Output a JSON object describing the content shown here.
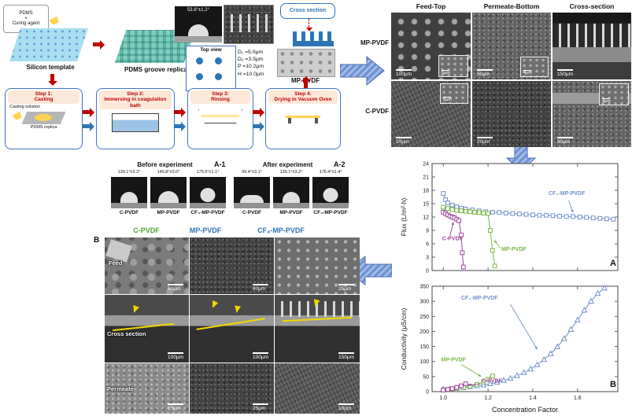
{
  "colors": {
    "red_arrow": "#c00000",
    "blue_block_arrow": "#6e93d6",
    "step_border": "#4472c4",
    "green_label": "#4ea72e",
    "blue_label": "#2e75b6",
    "series_blue": "#7191c9",
    "series_green": "#7ab648",
    "series_purple": "#a0459b",
    "yellow_annotation": "#f2d600"
  },
  "fabrication": {
    "pdms_line1": "PDMS",
    "pdms_line2": "+",
    "pdms_line3": "Curing agent",
    "silicon_template": "Silicon template",
    "groove_replica": "PDMS groove replica",
    "contact_angle": "53.8°±1.2°",
    "cross_section": "Cross section",
    "top_view": "Top view",
    "dims": [
      "D₁ =5.0μm",
      "D₂ =3.5μm",
      "P  =10.2μm",
      "H  =10.0μm"
    ],
    "mp_pvdf": "MP-PVDF",
    "casting_solution": "Casting solution",
    "pdms_replica": "PDMS replica",
    "steps": [
      {
        "title": "Step 1:",
        "name": "Casting"
      },
      {
        "title": "Step 2:",
        "name": "Immersing in coagulation bath"
      },
      {
        "title": "Step 3:",
        "name": "Rinsing"
      },
      {
        "title": "Step 4:",
        "name": "Drying in Vacuum Oven"
      }
    ]
  },
  "sem_top": {
    "col_headers": [
      "Feed-Top",
      "Permeate-Bottom",
      "Cross-section"
    ],
    "row_labels": [
      "MP-PVDF",
      "C-PVDF"
    ],
    "scales": [
      [
        "100μm",
        "50μm",
        "150μm"
      ],
      [
        "20μm",
        "20μm",
        "60μm"
      ]
    ],
    "insets": {
      "r1c1": "5μm",
      "r1c2": "4μm",
      "r2c1": "2μm",
      "r2c3": "4μm"
    }
  },
  "contact_panel": {
    "before_header": "Before experiment",
    "a1": "A-1",
    "after_header": "After experiment",
    "a2": "A-2",
    "samples": [
      {
        "angle": "139.1°±3.2°",
        "label": "C-PVDF"
      },
      {
        "angle": "145.8°±3.0°",
        "label": "MP-PVDF"
      },
      {
        "angle": "175.5°±1.1°",
        "label": "CF₄-MP-PVDF"
      },
      {
        "angle": "99.4°±3.1°",
        "label": "C-PVDF"
      },
      {
        "angle": "135.1°±3.2°",
        "label": "MP-PVDF"
      },
      {
        "angle": "176.4°±1.4°",
        "label": "CF₄-MP-PVDF"
      }
    ]
  },
  "sem_b": {
    "panel_label": "B",
    "col_labels": [
      "C-PVDF",
      "MP-PVDF",
      "CF₄-MP-PVDF"
    ],
    "row_labels": [
      "Feed",
      "Cross section",
      "Permeate"
    ],
    "scales": [
      [
        "60μm",
        "60μm",
        "25μm"
      ],
      [
        "100μm",
        "100μm",
        "150μm"
      ],
      [
        "15μm",
        "25μm",
        "10μm"
      ]
    ]
  },
  "chart_data": [
    {
      "type": "scatter",
      "panel_label": "A",
      "ylabel": "Flux (L/m²·h)",
      "xlabel": "",
      "xlim": [
        0.95,
        1.78
      ],
      "ylim": [
        0,
        24
      ],
      "yticks": [
        0,
        3,
        6,
        9,
        12,
        15,
        18,
        21,
        24
      ],
      "xticks": [
        1.0,
        1.2,
        1.4,
        1.6
      ],
      "show_xtick_labels": false,
      "series": [
        {
          "name": "CF₄-MP-PVDF",
          "color": "#7191c9",
          "marker": "square",
          "x": [
            1.0,
            1.01,
            1.02,
            1.04,
            1.06,
            1.08,
            1.1,
            1.13,
            1.16,
            1.19,
            1.22,
            1.25,
            1.28,
            1.31,
            1.34,
            1.37,
            1.4,
            1.43,
            1.46,
            1.49,
            1.52,
            1.55,
            1.58,
            1.61,
            1.64,
            1.67,
            1.7,
            1.73,
            1.76
          ],
          "y": [
            17.3,
            15.9,
            15.2,
            14.7,
            14.3,
            14.0,
            13.8,
            13.6,
            13.4,
            13.2,
            13.1,
            13.0,
            12.9,
            12.8,
            12.7,
            12.6,
            12.5,
            12.4,
            12.4,
            12.3,
            12.2,
            12.1,
            12.1,
            12.0,
            11.9,
            11.8,
            11.7,
            11.6,
            11.5
          ]
        },
        {
          "name": "MP-PVDF",
          "color": "#7ab648",
          "marker": "square",
          "x": [
            1.0,
            1.02,
            1.04,
            1.06,
            1.08,
            1.1,
            1.12,
            1.14,
            1.16,
            1.18,
            1.2,
            1.21,
            1.22,
            1.23
          ],
          "y": [
            14.2,
            13.9,
            13.7,
            13.5,
            13.4,
            13.3,
            13.2,
            13.1,
            13.0,
            12.9,
            12.8,
            9.0,
            4.5,
            1.0
          ]
        },
        {
          "name": "C-PVDF",
          "color": "#a0459b",
          "marker": "square",
          "x": [
            1.0,
            1.01,
            1.02,
            1.03,
            1.04,
            1.05,
            1.06,
            1.07,
            1.08,
            1.085,
            1.09
          ],
          "y": [
            13.1,
            12.8,
            12.5,
            12.2,
            12.0,
            11.8,
            11.5,
            11.2,
            8.0,
            4.0,
            0.8
          ]
        }
      ],
      "annotations": [
        {
          "text": "CF₄-MP-PVDF",
          "color": "#7191c9",
          "x": 1.47,
          "y": 16.9,
          "anchor": "start",
          "arrow": [
            1.56,
            15.7,
            1.58,
            13.0
          ]
        },
        {
          "text": "C-PVDF",
          "color": "#a0459b",
          "x": 0.995,
          "y": 6.8,
          "anchor": "start",
          "arrow": [
            1.03,
            7.8,
            1.045,
            10.9
          ]
        },
        {
          "text": "MP-PVDF",
          "color": "#7ab648",
          "x": 1.26,
          "y": 4.4,
          "anchor": "start",
          "arrow": [
            1.255,
            5.0,
            1.228,
            6.8
          ]
        }
      ]
    },
    {
      "type": "scatter",
      "panel_label": "B",
      "ylabel": "Conductivity (μS/cm)",
      "xlabel": "Concentration Factor",
      "xlim": [
        0.95,
        1.78
      ],
      "ylim": [
        0,
        350
      ],
      "yticks": [
        0,
        50,
        100,
        150,
        200,
        250,
        300,
        350
      ],
      "xticks": [
        1.0,
        1.2,
        1.4,
        1.6
      ],
      "show_xtick_labels": true,
      "series": [
        {
          "name": "CF₄-MP-PVDF",
          "color": "#7191c9",
          "marker": "triangle",
          "x": [
            1.0,
            1.03,
            1.06,
            1.09,
            1.12,
            1.15,
            1.18,
            1.21,
            1.24,
            1.27,
            1.3,
            1.33,
            1.36,
            1.39,
            1.42,
            1.45,
            1.48,
            1.51,
            1.54,
            1.57,
            1.6,
            1.63,
            1.66,
            1.69,
            1.72
          ],
          "y": [
            8,
            9,
            11,
            13,
            16,
            19,
            22,
            26,
            31,
            37,
            44,
            53,
            63,
            75,
            89,
            106,
            126,
            149,
            176,
            206,
            238,
            270,
            300,
            326,
            344
          ]
        },
        {
          "name": "MP-PVDF",
          "color": "#7ab648",
          "marker": "square",
          "x": [
            1.0,
            1.03,
            1.06,
            1.09,
            1.12,
            1.15,
            1.18,
            1.2,
            1.22
          ],
          "y": [
            6,
            8,
            11,
            14,
            18,
            24,
            32,
            41,
            52
          ]
        },
        {
          "name": "C-PVDF",
          "color": "#a0459b",
          "marker": "square",
          "x": [
            1.0,
            1.02,
            1.04,
            1.06,
            1.08,
            1.1
          ],
          "y": [
            5,
            7,
            10,
            14,
            19,
            26
          ]
        }
      ],
      "annotations": [
        {
          "text": "CF₄-MP-PVDF",
          "color": "#7191c9",
          "x": 1.08,
          "y": 305,
          "anchor": "start",
          "arrow": [
            1.3,
            290,
            1.42,
            140
          ]
        },
        {
          "text": "MP-PVDF",
          "color": "#7ab648",
          "x": 0.99,
          "y": 100,
          "anchor": "start",
          "arrow": [
            1.08,
            90,
            1.17,
            50
          ]
        },
        {
          "text": "C-PVDF",
          "color": "#a0459b",
          "x": 1.17,
          "y": 30,
          "anchor": "start",
          "arrow": [
            1.165,
            26,
            1.11,
            21
          ]
        }
      ]
    }
  ]
}
